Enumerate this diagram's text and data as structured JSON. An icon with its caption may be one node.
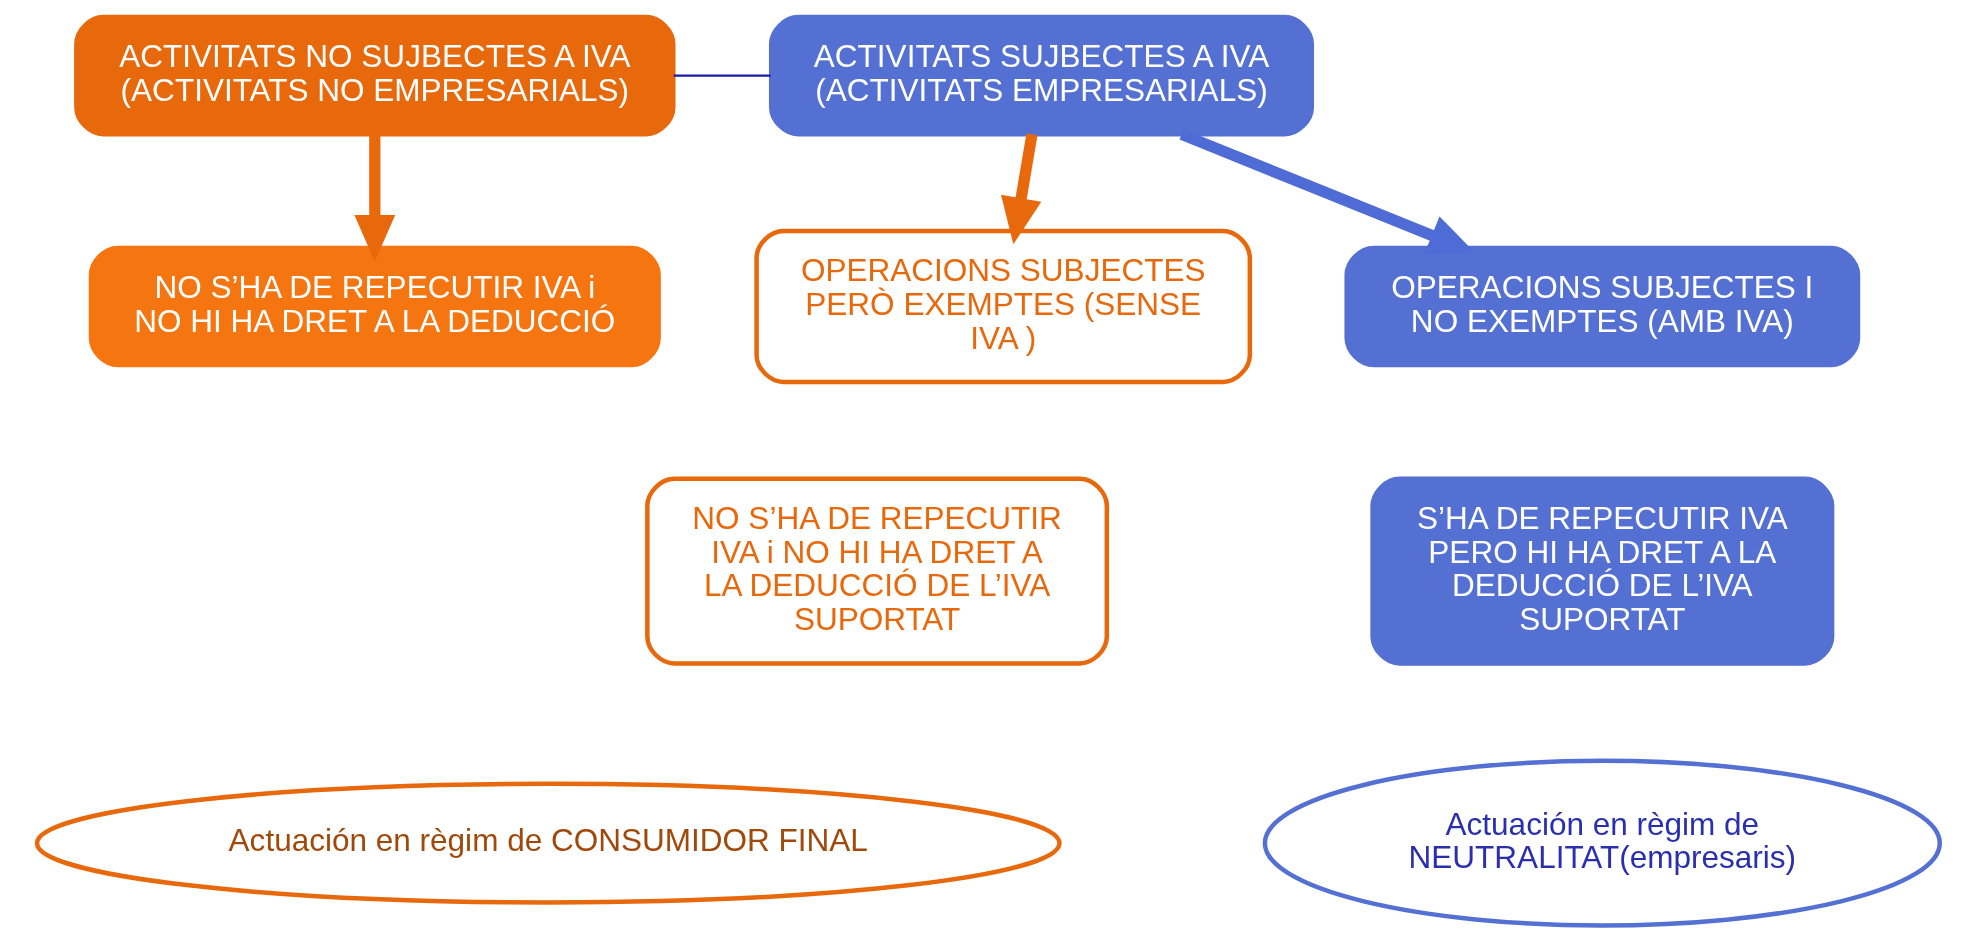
{
  "diagram": {
    "nodes": [
      {
        "text": [
          "ACTIVITATS NO SUJBECTES A IVA (ACTIVITATS NO EMPRESARIALS)"
        ]
      },
      {
        "text": [
          "ACTIVITATS SUJBECTES A IVA (ACTIVITATS EMPRESARIALS)"
        ]
      },
      {
        "text": [
          "NO S’HA DE REPECUTIR IVA i NO HI HA DRET A LA DEDUCCIÓ"
        ]
      },
      {
        "text": [
          "OPERACIONS SUBJECTES PERÒ EXEMPTES (SENSE IVA )"
        ]
      },
      {
        "text": [
          "NO S’HA DE REPECUTIR IVA i NO HI HA DRET A LA DEDUCCIÓ DE L’IVA SUPORTAT"
        ]
      },
      {
        "text": [
          "OPERACIONS SUBJECTES I NO EXEMPTES (AMB IVA)"
        ]
      },
      {
        "text": [
          "S’HA DE REPECUTIR IVA PERO HI HA DRET A LA DEDUCCIÓ DE L’IVA SUPORTAT"
        ]
      },
      {
        "text": [
          "Actuación en règim de CONSUMIDOR FINAL"
        ]
      },
      {
        "text": [
          "Actuación en règim de NEUTRALITAT(empresaris)"
        ]
      }
    ],
    "edges": [
      {
        "from": 0,
        "to": 1,
        "arrow": "none",
        "color": "#1a1aa6"
      },
      {
        "from": 0,
        "to": 2,
        "arrow": "to",
        "color": "#e8680c"
      },
      {
        "from": 1,
        "to": 3,
        "arrow": "to",
        "color": "#e8680c"
      },
      {
        "from": 1,
        "to": 5,
        "arrow": "to",
        "color": "#4f6bd6"
      }
    ]
  }
}
